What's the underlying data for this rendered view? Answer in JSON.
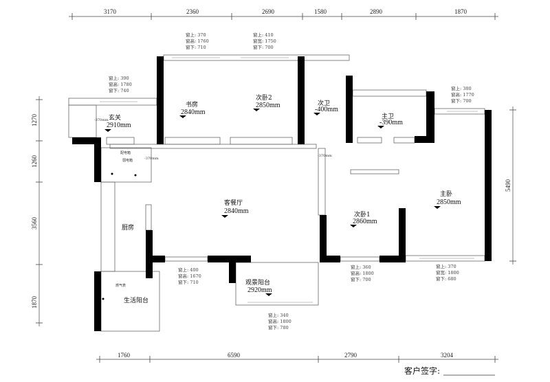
{
  "dimensions": {
    "top": [
      "3170",
      "2360",
      "2690",
      "1580",
      "2890",
      "1870"
    ],
    "bottom": [
      "1760",
      "6590",
      "2790",
      "3204"
    ],
    "left": [
      "1270",
      "1260",
      "3560",
      "1870"
    ],
    "right": [
      "5490"
    ]
  },
  "rooms": [
    {
      "name": "玄关",
      "height": "2910mm"
    },
    {
      "name": "书房",
      "height": "2840mm"
    },
    {
      "name": "次卧2",
      "height": "2850mm"
    },
    {
      "name": "次卫",
      "height": "-400mm"
    },
    {
      "name": "主卫",
      "height": "-390mm"
    },
    {
      "name": "主卧",
      "height": "2850mm"
    },
    {
      "name": "客餐厅",
      "height": "2840mm"
    },
    {
      "name": "次卧1",
      "height": "2860mm"
    },
    {
      "name": "厨房",
      "height": ""
    },
    {
      "name": "观景阳台",
      "height": "2920mm"
    },
    {
      "name": "生活阳台",
      "height": ""
    }
  ],
  "windows": [
    [
      "窗上: 390",
      "窗高: 1780",
      "窗下: 740"
    ],
    [
      "窗上: 370",
      "窗高: 1760",
      "窗下: 710"
    ],
    [
      "窗上: 410",
      "窗宽: 1750",
      "窗下: 700"
    ],
    [
      "窗上: 380",
      "窗高: 1770",
      "窗下: 700"
    ],
    [
      "窗上: 400",
      "窗高: 1670",
      "窗下: 710"
    ],
    [
      "窗上: 340",
      "窗高: 1800",
      "窗下: 780"
    ],
    [
      "窗上: 360",
      "窗高: 1800",
      "窗下: 700"
    ],
    [
      "窗上: 370",
      "窗宽: 1800",
      "窗下: 680"
    ]
  ],
  "annotations": {
    "entry_level": "-370mm",
    "corridor_level_1": "-370mm",
    "corridor_level_2": "-370mm",
    "distribution_box": "配电箱",
    "weak_box": "弱电箱",
    "gas_meter": "燃气表"
  },
  "signature": {
    "label": "客户签字:"
  }
}
